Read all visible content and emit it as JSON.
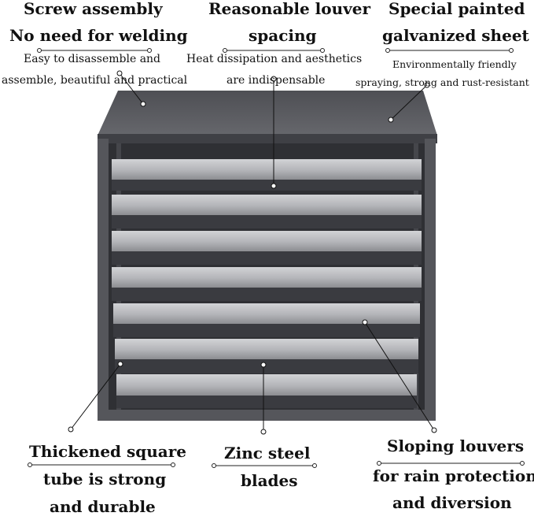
{
  "callouts": {
    "screw": {
      "title_1": "Screw assembly",
      "title_2": "No need for welding",
      "desc_1": "Easy to disassemble and",
      "desc_2": "assemble, beautiful and practical"
    },
    "spacing": {
      "title_1": "Reasonable louver",
      "title_2": "spacing",
      "desc_1": "Heat dissipation and aesthetics",
      "desc_2": "are indispensable"
    },
    "painted": {
      "title_1": "Special painted",
      "title_2": "galvanized sheet",
      "desc_1": "Environmentally friendly",
      "desc_2": "spraying, strong and rust-resistant"
    },
    "tube": {
      "line_1": "Thickened square",
      "line_2": "tube is strong",
      "line_3": "and durable"
    },
    "blades": {
      "line_1": "Zinc steel",
      "line_2": "blades"
    },
    "sloping": {
      "line_1": "Sloping louvers",
      "line_2": "for rain protection",
      "line_3": "and diversion"
    }
  },
  "colors": {
    "frame": "#55565b",
    "top_panel": "#5a5b60",
    "louver": "#b9babd",
    "louver_shadow": "#6b6c70",
    "background": "#ffffff"
  }
}
